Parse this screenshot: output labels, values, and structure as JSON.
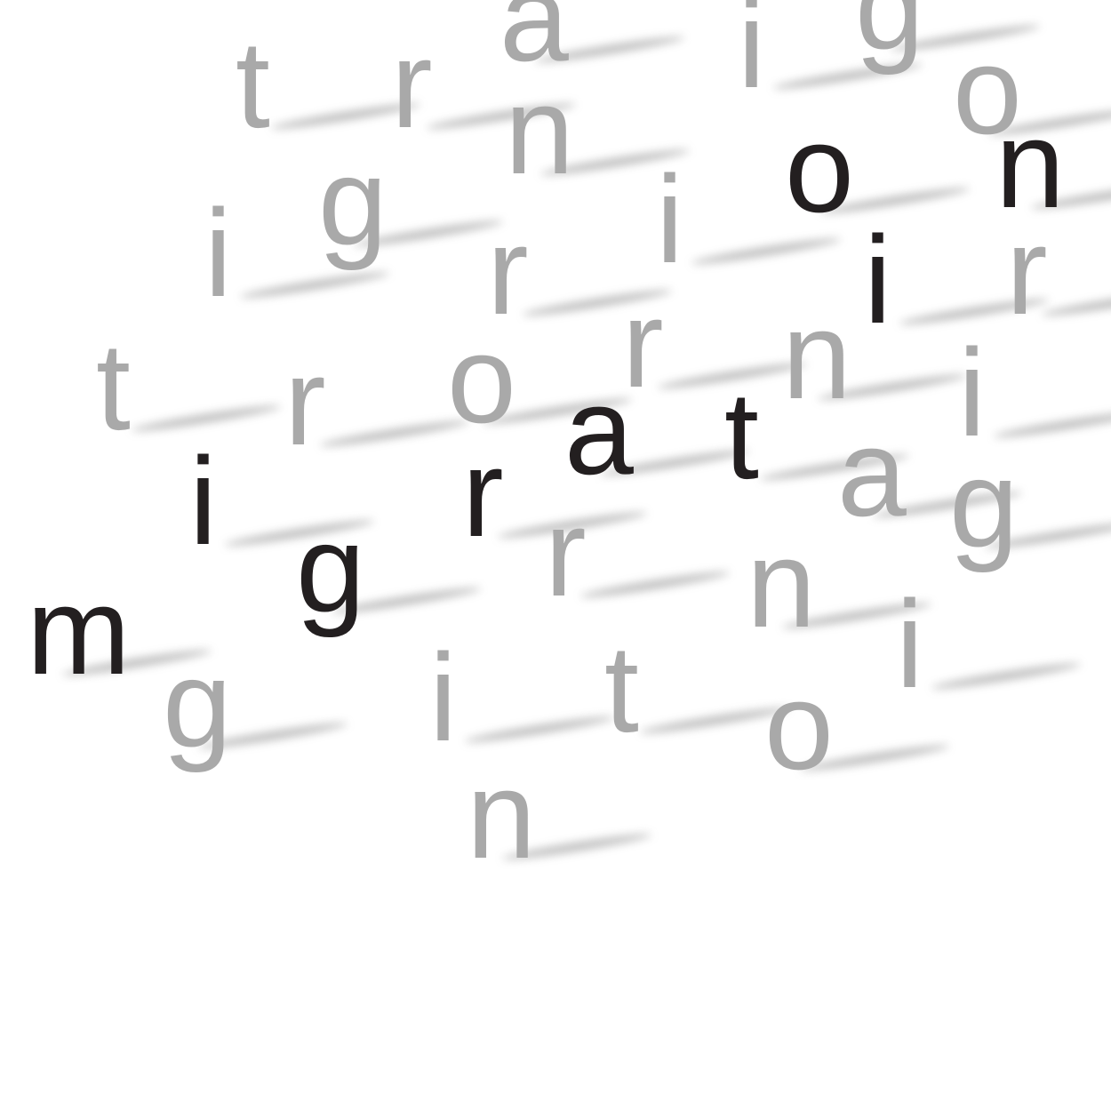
{
  "word": "migration",
  "colors": {
    "dark": "#231f20",
    "light": "#a9a9a9"
  },
  "letters": [
    {
      "char": "m",
      "tone": "dark"
    },
    {
      "char": "i",
      "tone": "dark"
    },
    {
      "char": "g",
      "tone": "dark"
    },
    {
      "char": "r",
      "tone": "dark"
    },
    {
      "char": "a",
      "tone": "dark"
    },
    {
      "char": "t",
      "tone": "dark"
    },
    {
      "char": "i",
      "tone": "dark"
    },
    {
      "char": "o",
      "tone": "dark"
    },
    {
      "char": "n",
      "tone": "dark"
    },
    {
      "char": "t",
      "tone": "light"
    },
    {
      "char": "r",
      "tone": "light"
    },
    {
      "char": "a",
      "tone": "light"
    },
    {
      "char": "i",
      "tone": "light"
    },
    {
      "char": "g",
      "tone": "light"
    },
    {
      "char": "o",
      "tone": "light"
    },
    {
      "char": "n",
      "tone": "light"
    },
    {
      "char": "i",
      "tone": "light"
    },
    {
      "char": "g",
      "tone": "light"
    },
    {
      "char": "i",
      "tone": "light"
    },
    {
      "char": "r",
      "tone": "light"
    },
    {
      "char": "r",
      "tone": "light"
    },
    {
      "char": "t",
      "tone": "light"
    },
    {
      "char": "r",
      "tone": "light"
    },
    {
      "char": "o",
      "tone": "light"
    },
    {
      "char": "r",
      "tone": "light"
    },
    {
      "char": "n",
      "tone": "light"
    },
    {
      "char": "i",
      "tone": "light"
    },
    {
      "char": "a",
      "tone": "light"
    },
    {
      "char": "g",
      "tone": "light"
    },
    {
      "char": "r",
      "tone": "light"
    },
    {
      "char": "n",
      "tone": "light"
    },
    {
      "char": "g",
      "tone": "light"
    },
    {
      "char": "i",
      "tone": "light"
    },
    {
      "char": "t",
      "tone": "light"
    },
    {
      "char": "i",
      "tone": "light"
    },
    {
      "char": "o",
      "tone": "light"
    },
    {
      "char": "n",
      "tone": "light"
    }
  ]
}
